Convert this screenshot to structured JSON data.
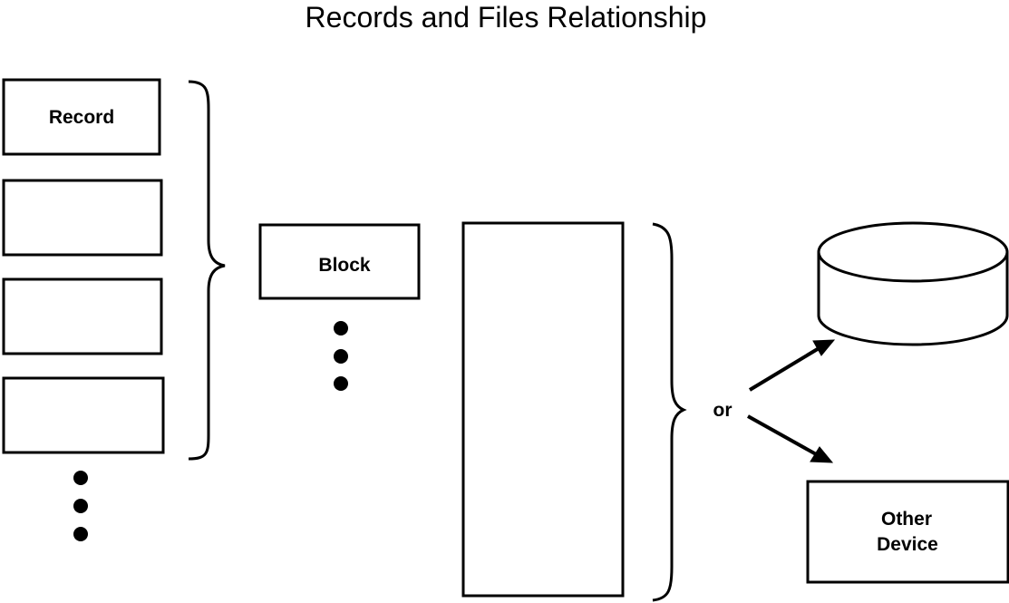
{
  "title": "Records and Files Relationship",
  "record_label": "Record",
  "block_label": "Block",
  "or_label": "or",
  "other_device_label_line1": "Other",
  "other_device_label_line2": "Device",
  "colors": {
    "ink": "#000000",
    "background": "#ffffff"
  }
}
